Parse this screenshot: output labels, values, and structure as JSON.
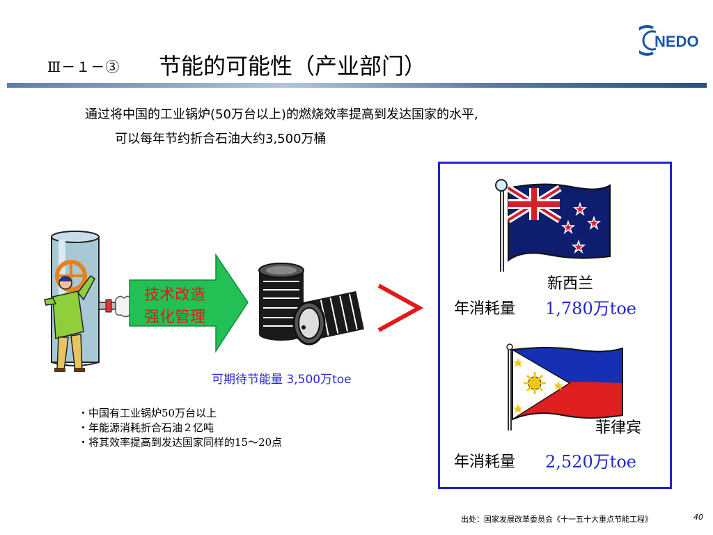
{
  "header": {
    "section_number": "Ⅲ－１－③",
    "title": "节能的可能性（产业部门）"
  },
  "logo": {
    "text": "NEDO",
    "icon": "nedo-logo"
  },
  "intro": {
    "line1": "通过将中国的工业锅炉(50万台以上)的燃烧效率提高到发达国家的水平,",
    "line2": "可以每年节约折合石油大约3,500万桶"
  },
  "diagram": {
    "arrow_line1": "技术改造",
    "arrow_line2": "强化管理",
    "savings": "可期待节能量 3,500万toe",
    "greater_than": ">",
    "icons": [
      "boiler-worker-icon",
      "oil-barrels-icon"
    ]
  },
  "bullets": [
    "・中国有工业锅炉50万台以上",
    "・年能源消耗折合石油２亿吨",
    "・将其效率提高到发达国家同样的15～20点"
  ],
  "countries": {
    "nz": {
      "name": "新西兰",
      "label": "年消耗量",
      "value": "1,780万toe",
      "icon": "new-zealand-flag-icon"
    },
    "ph": {
      "name": "菲律宾",
      "label": "年消耗量",
      "value": "2,520万toe",
      "icon": "philippines-flag-icon"
    }
  },
  "colors": {
    "accent_blue": "#1f26c8",
    "accent_red": "#e21a1a",
    "arrow_green": "#22c055"
  },
  "footer": {
    "source": "出处：国家发展改革委员会《十一五十大重点节能工程》",
    "page": "40"
  }
}
